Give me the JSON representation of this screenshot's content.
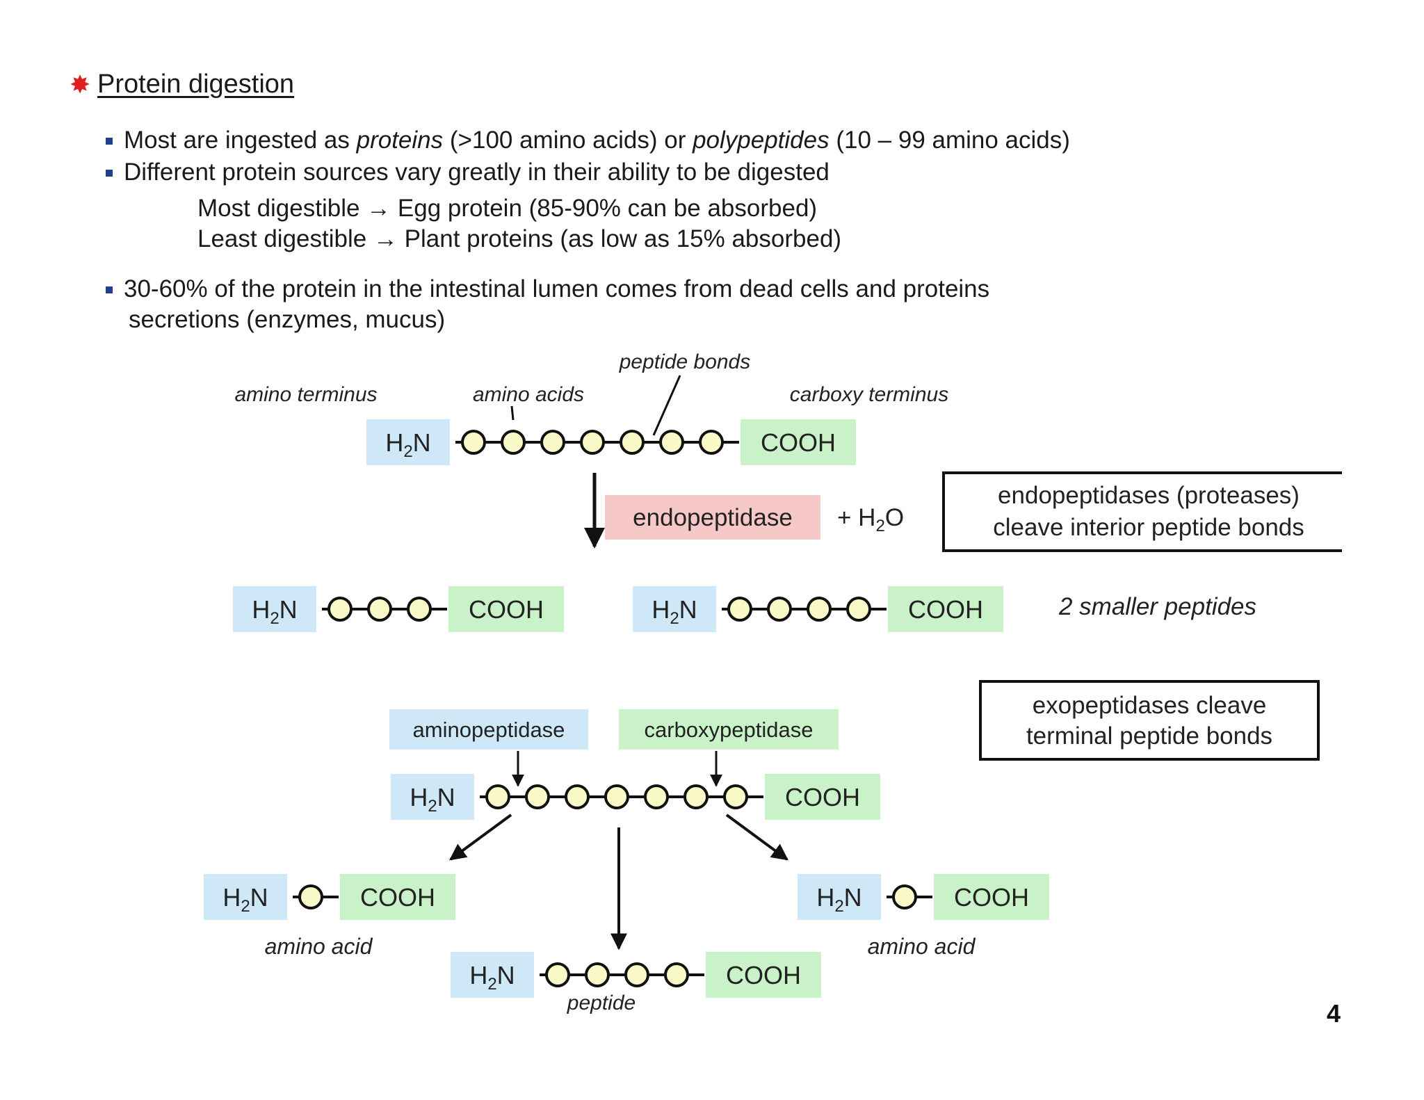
{
  "heading": {
    "title": "Protein digestion",
    "star": "✸"
  },
  "bullets": {
    "b1": {
      "p1": "Most are ingested as ",
      "i1": "proteins",
      "p2": " (>100 amino acids) or ",
      "i2": "polypeptides",
      "p3": " (10 – 99 amino acids)"
    },
    "b2": {
      "text": "Different protein sources vary greatly in their ability to be digested"
    },
    "sub1": "Most digestible → Egg protein (85-90% can be absorbed)",
    "sub2": "Least digestible → Plant proteins (as low as 15% absorbed)",
    "b3": {
      "line1": "30-60% of the protein in the intestinal lumen comes from dead cells and proteins",
      "line2": "secretions (enzymes, mucus)"
    }
  },
  "diagram": {
    "labels": {
      "peptide_bonds": "peptide bonds",
      "amino_terminus": "amino terminus",
      "amino_acids": "amino acids",
      "carboxy_terminus": "carboxy terminus",
      "smaller_peptides": "2 smaller peptides",
      "amino_acid_left": "amino acid",
      "amino_acid_right": "amino acid",
      "peptide": "peptide"
    },
    "enzymes": {
      "endopeptidase": "endopeptidase",
      "water_plus": "+ H",
      "water_sub": "2",
      "water_o": "O",
      "aminopeptidase": "aminopeptidase",
      "carboxypeptidase": "carboxypeptidase"
    },
    "boxes": {
      "endo_line1": "endopeptidases (proteases)",
      "endo_line2": "cleave interior peptide bonds",
      "exo_line1": "exopeptidases cleave",
      "exo_line2": "terminal peptide bonds"
    },
    "terminals": {
      "amine": "H",
      "amine_sub": "2",
      "amine_n": "N",
      "carboxyl": "COOH"
    },
    "colors": {
      "amine_box": "#cfe8f7",
      "carboxyl_box": "#c9f2c9",
      "endo_box": "#f7c8c8",
      "amino_acid_fill": "#fafac8"
    }
  },
  "page_number": "4"
}
